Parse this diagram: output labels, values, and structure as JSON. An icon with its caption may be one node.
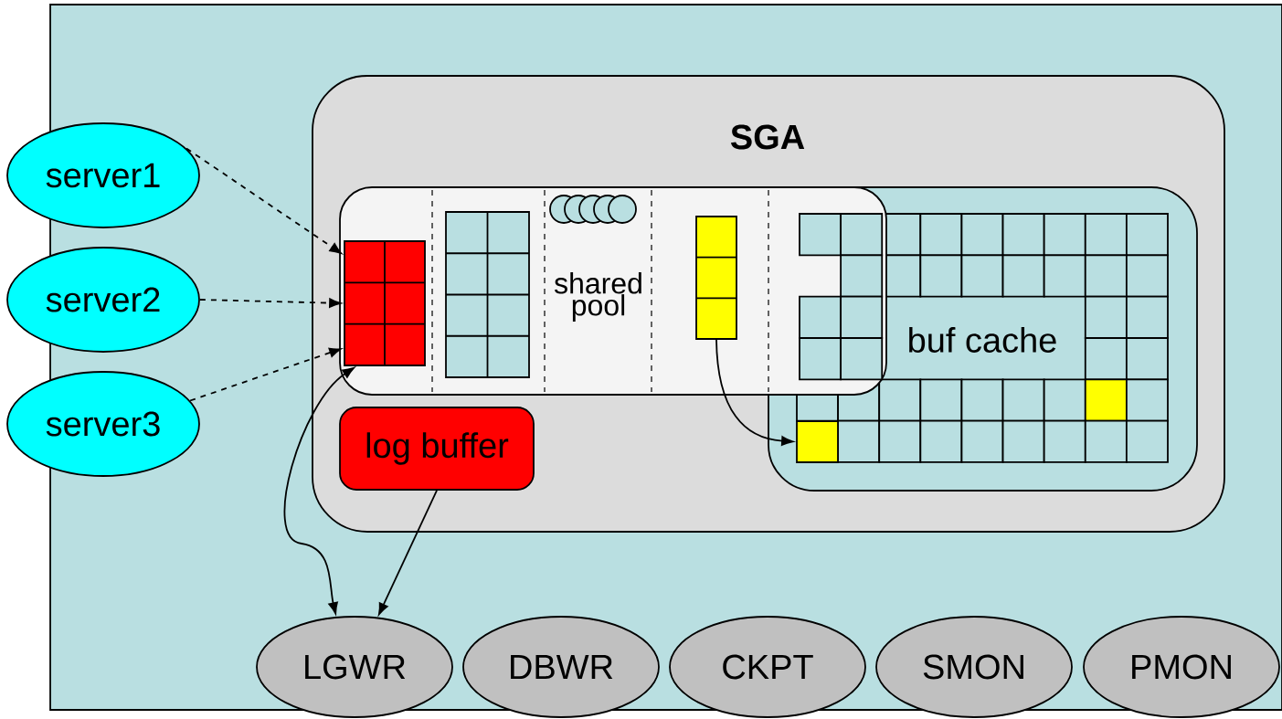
{
  "diagram": {
    "nodes": [
      {
        "text": [
          "SGA"
        ]
      },
      {
        "text": [
          "shared pool"
        ],
        "in": 0
      },
      {
        "text": [],
        "shape": "box",
        "in": 1
      },
      {
        "text": [],
        "shape": "box",
        "in": 1
      },
      {
        "text": [
          "buf cache"
        ],
        "in": 0
      },
      {
        "text": [],
        "shape": "box",
        "in": 4
      },
      {
        "text": [
          "log buffer"
        ],
        "in": 0
      },
      {
        "text": [
          "server1"
        ]
      },
      {
        "text": [
          "server2"
        ]
      },
      {
        "text": [
          "server3"
        ]
      },
      {
        "text": [
          "LGWR"
        ]
      },
      {
        "text": [
          "DBWR"
        ]
      },
      {
        "text": [
          "CKPT"
        ]
      },
      {
        "text": [
          "SMON"
        ]
      },
      {
        "text": [
          "PMON"
        ]
      }
    ],
    "edges": [
      {
        "from": 7,
        "to": 2,
        "arrow": "to",
        "style": "dashed"
      },
      {
        "from": 8,
        "to": 2,
        "arrow": "to",
        "style": "dashed"
      },
      {
        "from": 9,
        "to": 2,
        "arrow": "to",
        "style": "dashed"
      },
      {
        "from": 2,
        "to": 10,
        "arrow": "both"
      },
      {
        "from": 6,
        "to": 10,
        "arrow": "to"
      },
      {
        "from": 3,
        "to": 5,
        "arrow": "to"
      }
    ]
  }
}
